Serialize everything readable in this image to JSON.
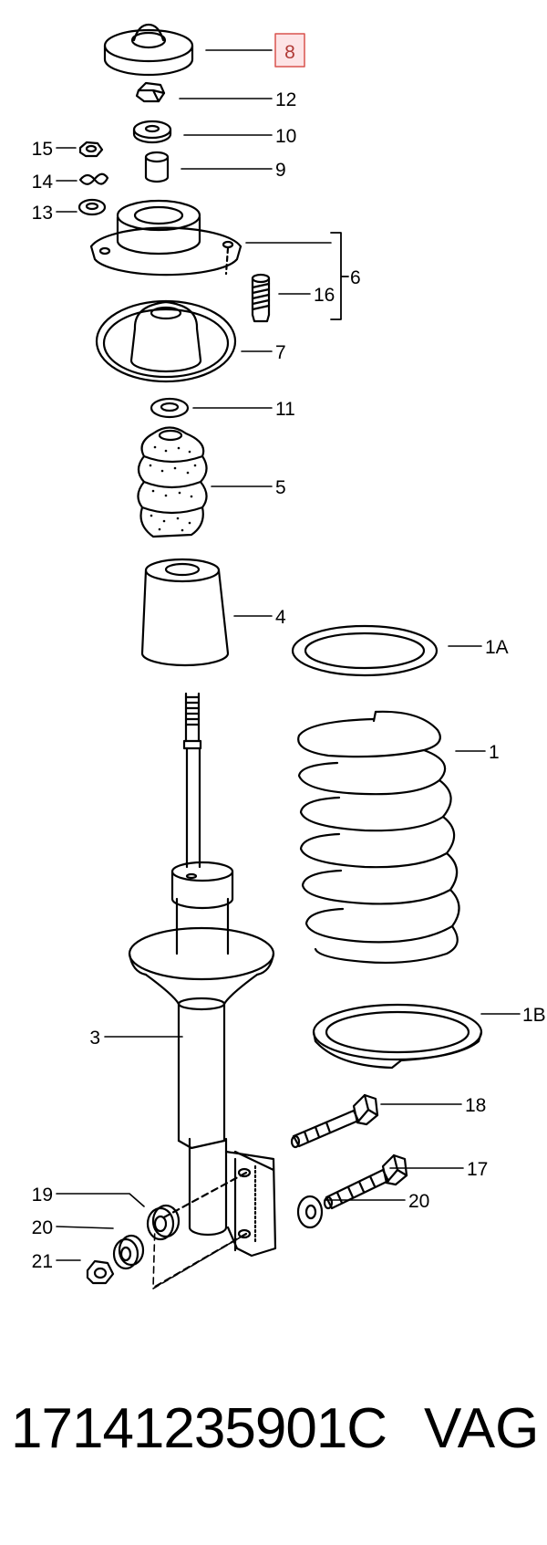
{
  "callouts": {
    "c8": "8",
    "c12": "12",
    "c10": "10",
    "c9": "9",
    "c15": "15",
    "c14": "14",
    "c13": "13",
    "c6": "6",
    "c16": "16",
    "c7": "7",
    "c11": "11",
    "c5": "5",
    "c4": "4",
    "c1A": "1A",
    "c1": "1",
    "c3": "3",
    "c1B": "1B",
    "c18": "18",
    "c17": "17",
    "c19": "19",
    "c20a": "20",
    "c20b": "20",
    "c21": "21"
  },
  "selected_callout": "8",
  "colors": {
    "highlight_fill": "#fde4e6",
    "highlight_border": "#d9534f",
    "line": "#000000"
  },
  "footer": {
    "part_number": "17141235901C",
    "brand": "VAG"
  }
}
